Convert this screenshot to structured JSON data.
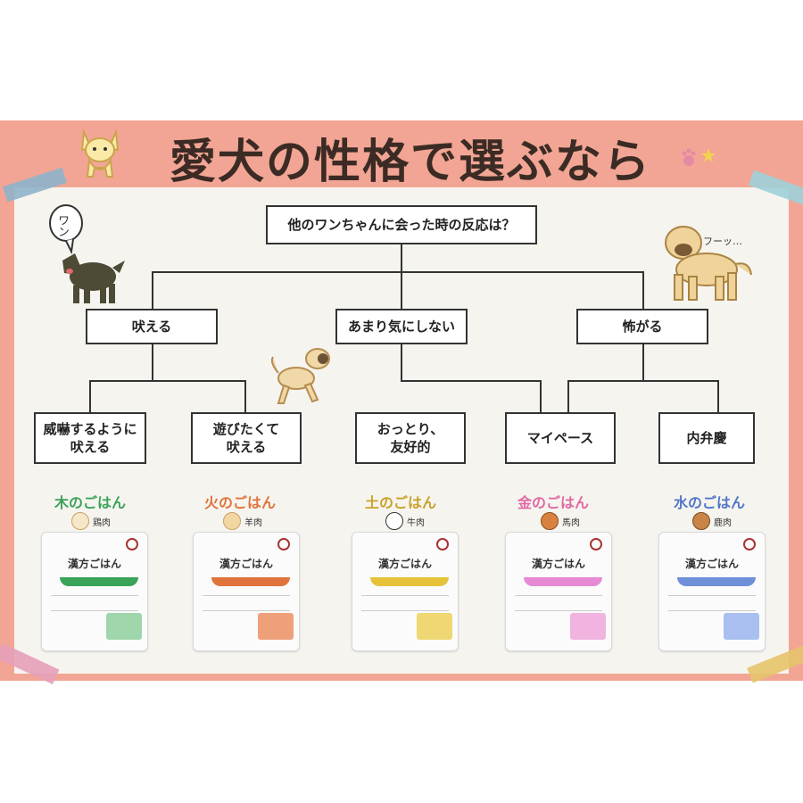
{
  "title": "愛犬の性格で選ぶなら",
  "question": "他のワンちゃんに会った時の反応は？",
  "level1": [
    "吠える",
    "あまり気にしない",
    "怖がる"
  ],
  "level2": [
    "威嚇するように\n吠える",
    "遊びたくて\n吠える",
    "おっとり、\n友好的",
    "マイペース",
    "内弁慶"
  ],
  "products": [
    {
      "name": "木のごはん",
      "meat": "鶏肉",
      "color": "#3aa35a",
      "bag_name": "漢方ごはん"
    },
    {
      "name": "火のごはん",
      "meat": "羊肉",
      "color": "#e0743c",
      "bag_name": "漢方ごはん"
    },
    {
      "name": "土のごはん",
      "meat": "牛肉",
      "color": "#c9a227",
      "bag_name": "漢方ごはん"
    },
    {
      "name": "金のごはん",
      "meat": "馬肉",
      "color": "#e069a3",
      "bag_name": "漢方ごはん"
    },
    {
      "name": "水のごはん",
      "meat": "鹿肉",
      "color": "#4f76c9",
      "bag_name": "漢方ごはん"
    }
  ],
  "bubbles": {
    "left": "ワン",
    "right": "フーッ…"
  },
  "colors": {
    "board": "#f2a594",
    "paper": "#f6f4ef",
    "line": "#333333"
  },
  "icons": [
    "chihuahua-icon",
    "paw-icon",
    "barking-dog-icon",
    "playful-dog-icon",
    "scared-dog-icon"
  ]
}
